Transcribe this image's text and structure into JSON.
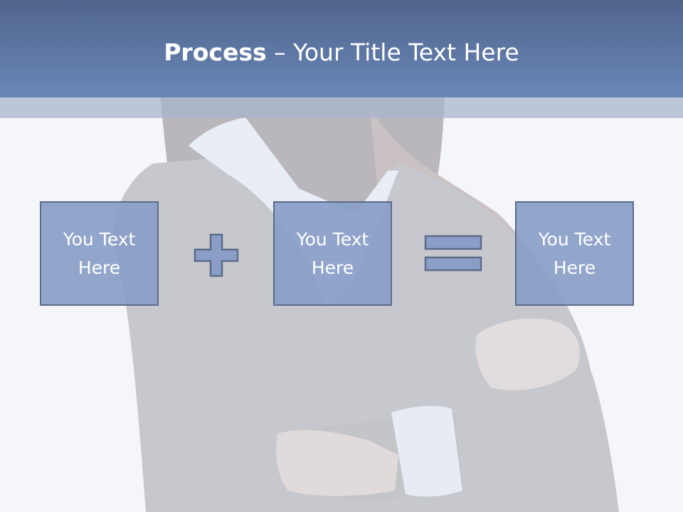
{
  "slide": {
    "title_bold": "Process",
    "title_rest": " – Your Title Text Here"
  },
  "boxes": [
    {
      "text": "You Text Here"
    },
    {
      "text": "You Text Here"
    },
    {
      "text": "You Text Here"
    }
  ],
  "operators": [
    "plus-icon",
    "equals-icon"
  ],
  "colors": {
    "header": "#6a86b8",
    "box_fill": "#8a9ec7",
    "box_border": "#5b6b8a"
  }
}
